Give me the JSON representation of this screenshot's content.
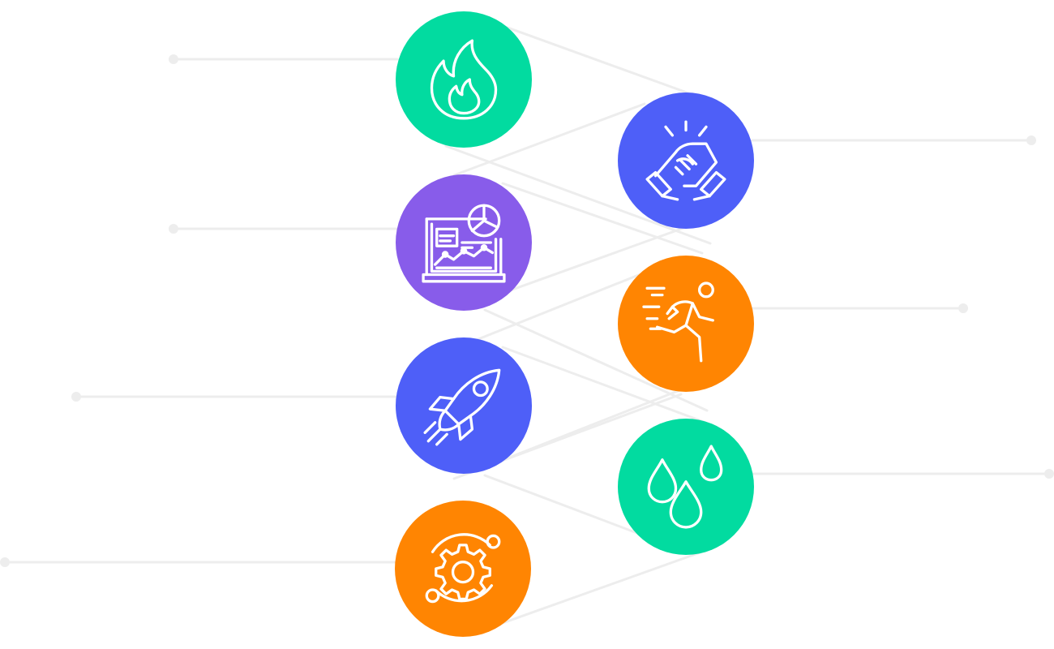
{
  "colors": {
    "green": "#02DBA0",
    "blue": "#4E5FF8",
    "purple": "#885CEA",
    "orange": "#FF8502",
    "connector": "#EDEDED",
    "icon_stroke": "#FFFFFF"
  },
  "nodes": [
    {
      "id": "fire",
      "icon": "fire-icon",
      "color": "green"
    },
    {
      "id": "analytics",
      "icon": "laptop-analytics-icon",
      "color": "purple"
    },
    {
      "id": "rocket",
      "icon": "rocket-icon",
      "color": "blue"
    },
    {
      "id": "gear",
      "icon": "gear-orbit-icon",
      "color": "orange"
    },
    {
      "id": "handshake",
      "icon": "handshake-icon",
      "color": "blue"
    },
    {
      "id": "runner",
      "icon": "running-man-icon",
      "color": "orange"
    },
    {
      "id": "drops",
      "icon": "water-drops-icon",
      "color": "green"
    }
  ]
}
